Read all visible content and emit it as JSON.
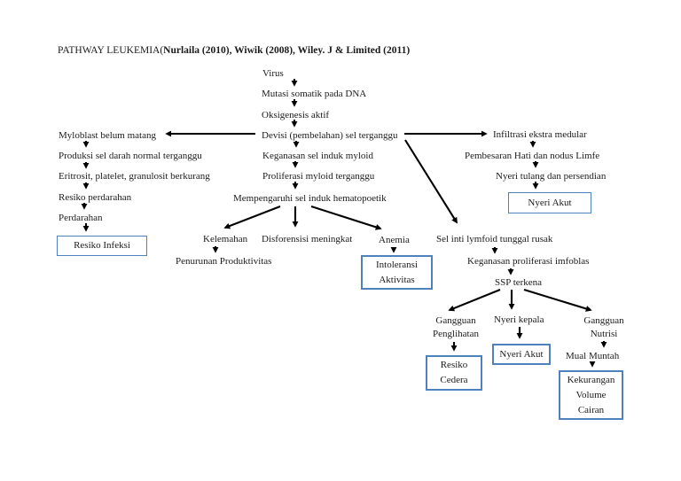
{
  "title": {
    "prefix": "PATHWAY LEUKEMIA(",
    "citations": "Nurlaila (2010), Wiwik (2008), Wiley. J & Limited (2011)"
  },
  "colors": {
    "box_border": "#4f81bd",
    "arrow": "#000000",
    "text": "#1b1b1b",
    "background": "#ffffff"
  },
  "nodes": {
    "virus": "Virus",
    "mutasi_somatik": "Mutasi somatik pada DNA",
    "oksigenesis": "Oksigenesis aktif",
    "devisi": "Devisi (pembelahan) sel terganggu",
    "keganasan_myloid": "Keganasan sel induk myloid",
    "proliferasi_myloid": "Proliferasi myloid terganggu",
    "mempengaruhi": "Mempengaruhi sel induk hematopoetik",
    "myloblast": "Myloblast belum matang",
    "produksi_sel": "Produksi sel darah normal terganggu",
    "eritrosit": "Eritrosit, platelet, granulosit berkurang",
    "resiko_perdarahan": "Resiko perdarahan",
    "perdarahan": "Perdarahan",
    "resiko_infeksi": "Resiko Infeksi",
    "kelemahan": "Kelemahan",
    "disforensisi": "Disforensisi meningkat",
    "anemia": "Anemia",
    "penurunan_produktivitas": "Penurunan Produktivitas",
    "intoleransi_aktivitas": "Intoleransi Aktivitas",
    "infiltrasi": "Infiltrasi ekstra medular",
    "pembesaran": "Pembesaran Hati dan nodus Limfe",
    "nyeri_tulang": "Nyeri tulang dan persendian",
    "nyeri_akut_1": "Nyeri Akut",
    "sel_inti": "Sel inti lymfoid tunggal rusak",
    "keganasan_proliferasi": "Keganasan proliferasi imfoblas",
    "ssp_terkena": "SSP terkena",
    "gangguan_penglihatan": "Gangguan Penglihatan",
    "nyeri_kepala": "Nyeri kepala",
    "gangguan_nutrisi": "Gangguan Nutrisi",
    "mual_muntah": "Mual Muntah",
    "resiko_cedera": "Resiko Cedera",
    "nyeri_akut_2": "Nyeri Akut",
    "kekurangan_volume_cairan": "Kekurangan Volume Cairan"
  }
}
